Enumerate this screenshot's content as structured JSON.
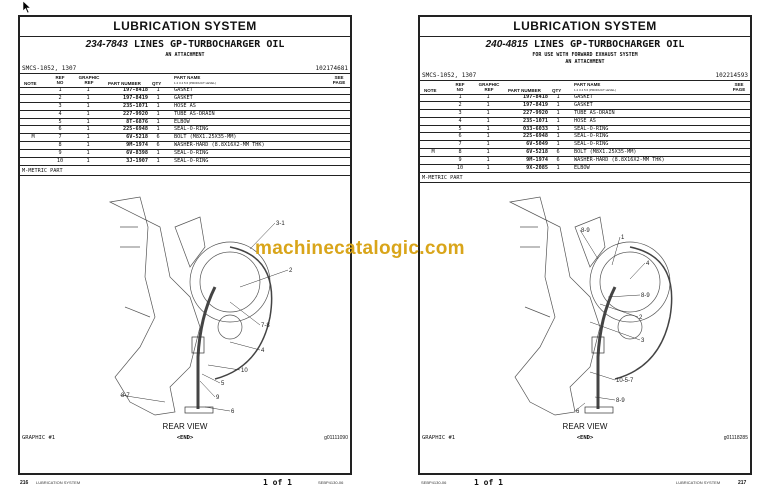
{
  "watermark": "machinecatalogic.com",
  "table_headers": {
    "note": "NOTE",
    "ref_no": [
      "REF",
      "NO"
    ],
    "graphic_ref": [
      "GRAPHIC",
      "REF"
    ],
    "part_number": "PART NUMBER",
    "qty": "QTY",
    "part_name": "PART NAME",
    "product_level": "1 2 3 4 5 6 (PRODUCT LEVEL)",
    "see_page": [
      "SEE",
      "PAGE"
    ]
  },
  "pages": [
    {
      "section_title": "LUBRICATION SYSTEM",
      "group_number": "234-7843",
      "group_name": "LINES GP-TURBOCHARGER OIL",
      "subtitles": [
        "AN ATTACHMENT"
      ],
      "smcs": "SMCS-1052, 1307",
      "id": "102174681",
      "rows": [
        {
          "note": "",
          "ref": "1",
          "gr": "1",
          "pn": "197-8418",
          "qty": "1",
          "name": "GASKET"
        },
        {
          "note": "",
          "ref": "2",
          "gr": "1",
          "pn": "197-8419",
          "qty": "1",
          "name": "GASKET"
        },
        {
          "note": "",
          "ref": "3",
          "gr": "1",
          "pn": "235-1071",
          "qty": "1",
          "name": "HOSE AS"
        },
        {
          "note": "",
          "ref": "4",
          "gr": "1",
          "pn": "227-9920",
          "qty": "1",
          "name": "TUBE AS-DRAIN"
        },
        {
          "note": "",
          "ref": "5",
          "gr": "1",
          "pn": "8T-6876",
          "qty": "1",
          "name": "ELBOW"
        },
        {
          "note": "",
          "ref": "6",
          "gr": "1",
          "pn": "225-6948",
          "qty": "1",
          "name": "SEAL-O-RING"
        },
        {
          "note": "M",
          "ref": "7",
          "gr": "1",
          "pn": "6V-5218",
          "qty": "6",
          "name": "BOLT (M8X1.25X35-MM)"
        },
        {
          "note": "",
          "ref": "8",
          "gr": "1",
          "pn": "9M-1974",
          "qty": "6",
          "name": "WASHER-HARD (8.8X16X2-MM THK)"
        },
        {
          "note": "",
          "ref": "9",
          "gr": "1",
          "pn": "6V-8398",
          "qty": "1",
          "name": "SEAL-O-RING"
        },
        {
          "note": "",
          "ref": "10",
          "gr": "1",
          "pn": "3J-1907",
          "qty": "1",
          "name": "SEAL-O-RING"
        }
      ],
      "metric_note": "M-METRIC PART",
      "callouts": [
        "3-1",
        "2",
        "7-8",
        "4",
        "10",
        "5",
        "9",
        "8-7",
        "6"
      ],
      "view_label": "REAR VIEW",
      "graphic_label": "GRAPHIC #1",
      "end_label": "<END>",
      "graphic_id": "g01111090",
      "footer": {
        "page_no": "216",
        "section": "LUBRICATION SYSTEM",
        "page_of": "1 of 1",
        "doc": "SEBP4130-06"
      }
    },
    {
      "section_title": "LUBRICATION SYSTEM",
      "group_number": "240-4815",
      "group_name": "LINES GP-TURBOCHARGER OIL",
      "subtitles": [
        "FOR USE WITH FORWARD EXHAUST SYSTEM",
        "AN ATTACHMENT"
      ],
      "smcs": "SMCS-1052, 1307",
      "id": "102214593",
      "rows": [
        {
          "note": "",
          "ref": "1",
          "gr": "1",
          "pn": "197-8418",
          "qty": "1",
          "name": "GASKET"
        },
        {
          "note": "",
          "ref": "2",
          "gr": "1",
          "pn": "197-8419",
          "qty": "1",
          "name": "GASKET"
        },
        {
          "note": "",
          "ref": "3",
          "gr": "1",
          "pn": "227-9920",
          "qty": "1",
          "name": "TUBE AS-DRAIN"
        },
        {
          "note": "",
          "ref": "4",
          "gr": "1",
          "pn": "235-1071",
          "qty": "1",
          "name": "HOSE AS"
        },
        {
          "note": "",
          "ref": "5",
          "gr": "1",
          "pn": "033-6033",
          "qty": "1",
          "name": "SEAL-O-RING"
        },
        {
          "note": "",
          "ref": "6",
          "gr": "1",
          "pn": "225-6948",
          "qty": "1",
          "name": "SEAL-O-RING"
        },
        {
          "note": "",
          "ref": "7",
          "gr": "1",
          "pn": "6V-5049",
          "qty": "1",
          "name": "SEAL-O-RING"
        },
        {
          "note": "M",
          "ref": "8",
          "gr": "1",
          "pn": "6V-5218",
          "qty": "6",
          "name": "BOLT (M8X1.25X35-MM)"
        },
        {
          "note": "",
          "ref": "9",
          "gr": "1",
          "pn": "9M-1974",
          "qty": "6",
          "name": "WASHER-HARD (8.8X16X2-MM THK)"
        },
        {
          "note": "",
          "ref": "10",
          "gr": "1",
          "pn": "9X-2085",
          "qty": "1",
          "name": "ELBOW"
        }
      ],
      "metric_note": "M-METRIC PART",
      "callouts": [
        "8-9",
        "1",
        "4",
        "8-9",
        "2",
        "3",
        "10-5-7",
        "8-9",
        "6"
      ],
      "view_label": "REAR VIEW",
      "graphic_label": "GRAPHIC #1",
      "end_label": "<END>",
      "graphic_id": "g01118285",
      "footer": {
        "page_no": "217",
        "section": "LUBRICATION SYSTEM",
        "page_of": "1 of 1",
        "doc": "SEBP4130-06"
      }
    }
  ]
}
